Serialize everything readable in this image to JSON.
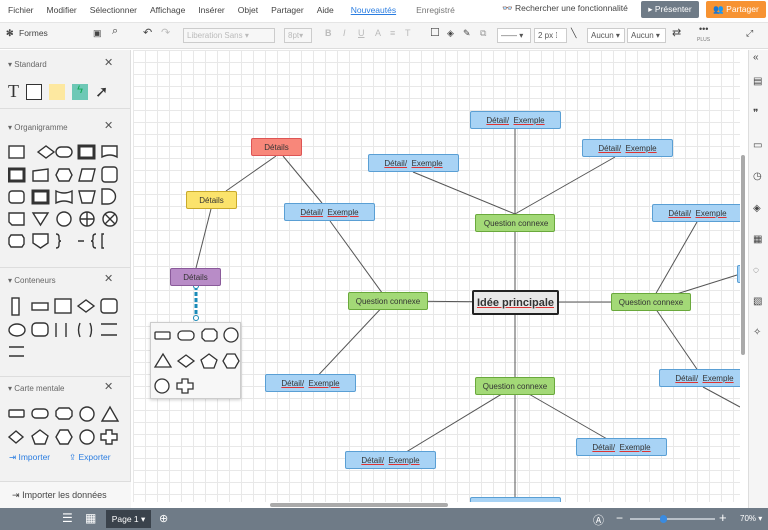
{
  "menu": [
    "Fichier",
    "Modifier",
    "Sélectionner",
    "Affichage",
    "Insérer",
    "Objet",
    "Partager",
    "Aide"
  ],
  "menu_new": "Nouveautés",
  "saved": "Enregistré",
  "search_feature": "Rechercher une fonctionnalité",
  "present": "Présenter",
  "share": "Partager",
  "toolbar": {
    "shapes": "Formes",
    "font": "Liberation Sans",
    "font_size": "8pt",
    "line_width": "2 px",
    "start_arrow": "Aucun",
    "end_arrow": "Aucun",
    "more": "PLUS"
  },
  "sidebar": {
    "standard": "Standard",
    "flowchart": "Organigramme",
    "containers": "Conteneurs",
    "mindmap": "Carte mentale",
    "import": "Importer",
    "export": "Exporter",
    "import_data": "Importer les données"
  },
  "diagram": {
    "main": "Idée principale",
    "related": "Question connexe",
    "detail_a": "Détail/",
    "detail_b": "Exemple",
    "details": "Détails"
  },
  "bottom": {
    "page": "Page 1",
    "zoom": "70%",
    "zoom_level_percent": 70
  },
  "colors": {
    "accent": "#f79332",
    "detail": "#a8d3f5",
    "question": "#a3d977",
    "red": "#f8877a",
    "yellow": "#fbe36c",
    "purple": "#b88cc7"
  }
}
